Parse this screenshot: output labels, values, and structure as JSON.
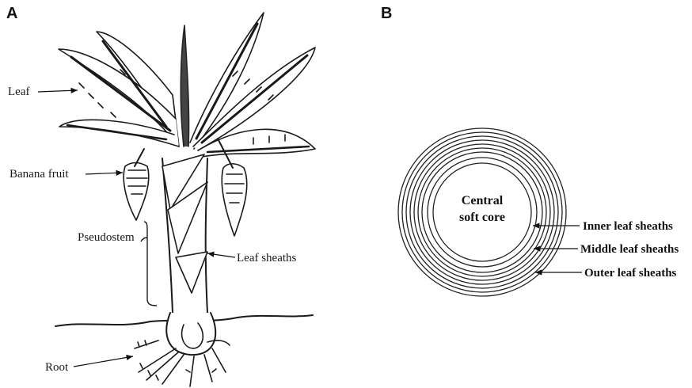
{
  "panels": {
    "a_letter": "A",
    "b_letter": "B"
  },
  "plant_labels": {
    "leaf": "Leaf",
    "banana_fruit": "Banana fruit",
    "pseudostem": "Pseudostem",
    "leaf_sheaths": "Leaf sheaths",
    "root": "Root"
  },
  "cross_section": {
    "core_line1": "Central",
    "core_line2": "soft core",
    "inner": "Inner leaf sheaths",
    "middle": "Middle leaf sheaths",
    "outer": "Outer leaf sheaths"
  }
}
